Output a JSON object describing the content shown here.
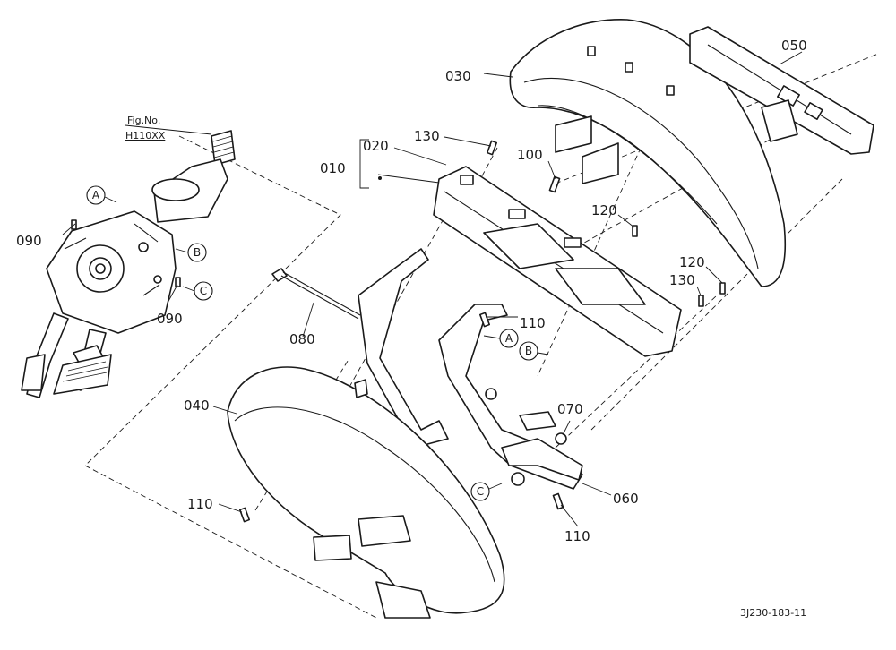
{
  "figure_ref": {
    "line1": "Fig.No.",
    "line2": "H110XX"
  },
  "callouts": {
    "c010": "010",
    "c020": "020",
    "c030": "030",
    "c040": "040",
    "c050": "050",
    "c060": "060",
    "c070": "070",
    "c080": "080",
    "c090_top": "090",
    "c090_bottom": "090",
    "c100": "100",
    "c110_center": "110",
    "c110_left": "110",
    "c110_bottom": "110",
    "c120_top": "120",
    "c120_right": "120",
    "c130_top": "130",
    "c130_right": "130"
  },
  "reference_markers": {
    "a_left": "A",
    "b_left": "B",
    "c_left": "C",
    "a_center": "A",
    "b_center": "B",
    "c_center": "C"
  },
  "drawing_code": "3J230-183-11"
}
